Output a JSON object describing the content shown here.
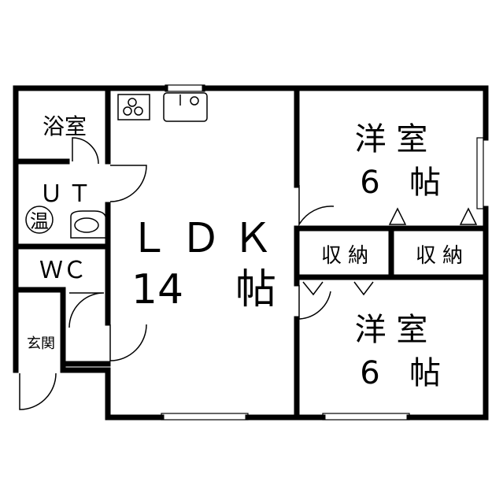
{
  "rooms": {
    "bath": "浴室",
    "utility": "ＵＴ",
    "water_heater": "温",
    "toilet": "ＷＣ",
    "entrance": "玄関",
    "ldk": {
      "name": "ＬＤＫ",
      "size": "14",
      "unit": "帖"
    },
    "western_room_1": {
      "name": "洋 室",
      "size": "6",
      "unit": "帖"
    },
    "storage_1": "収 納",
    "storage_2": "収 納",
    "western_room_2": {
      "name": "洋 室",
      "size": "6",
      "unit": "帖"
    }
  }
}
